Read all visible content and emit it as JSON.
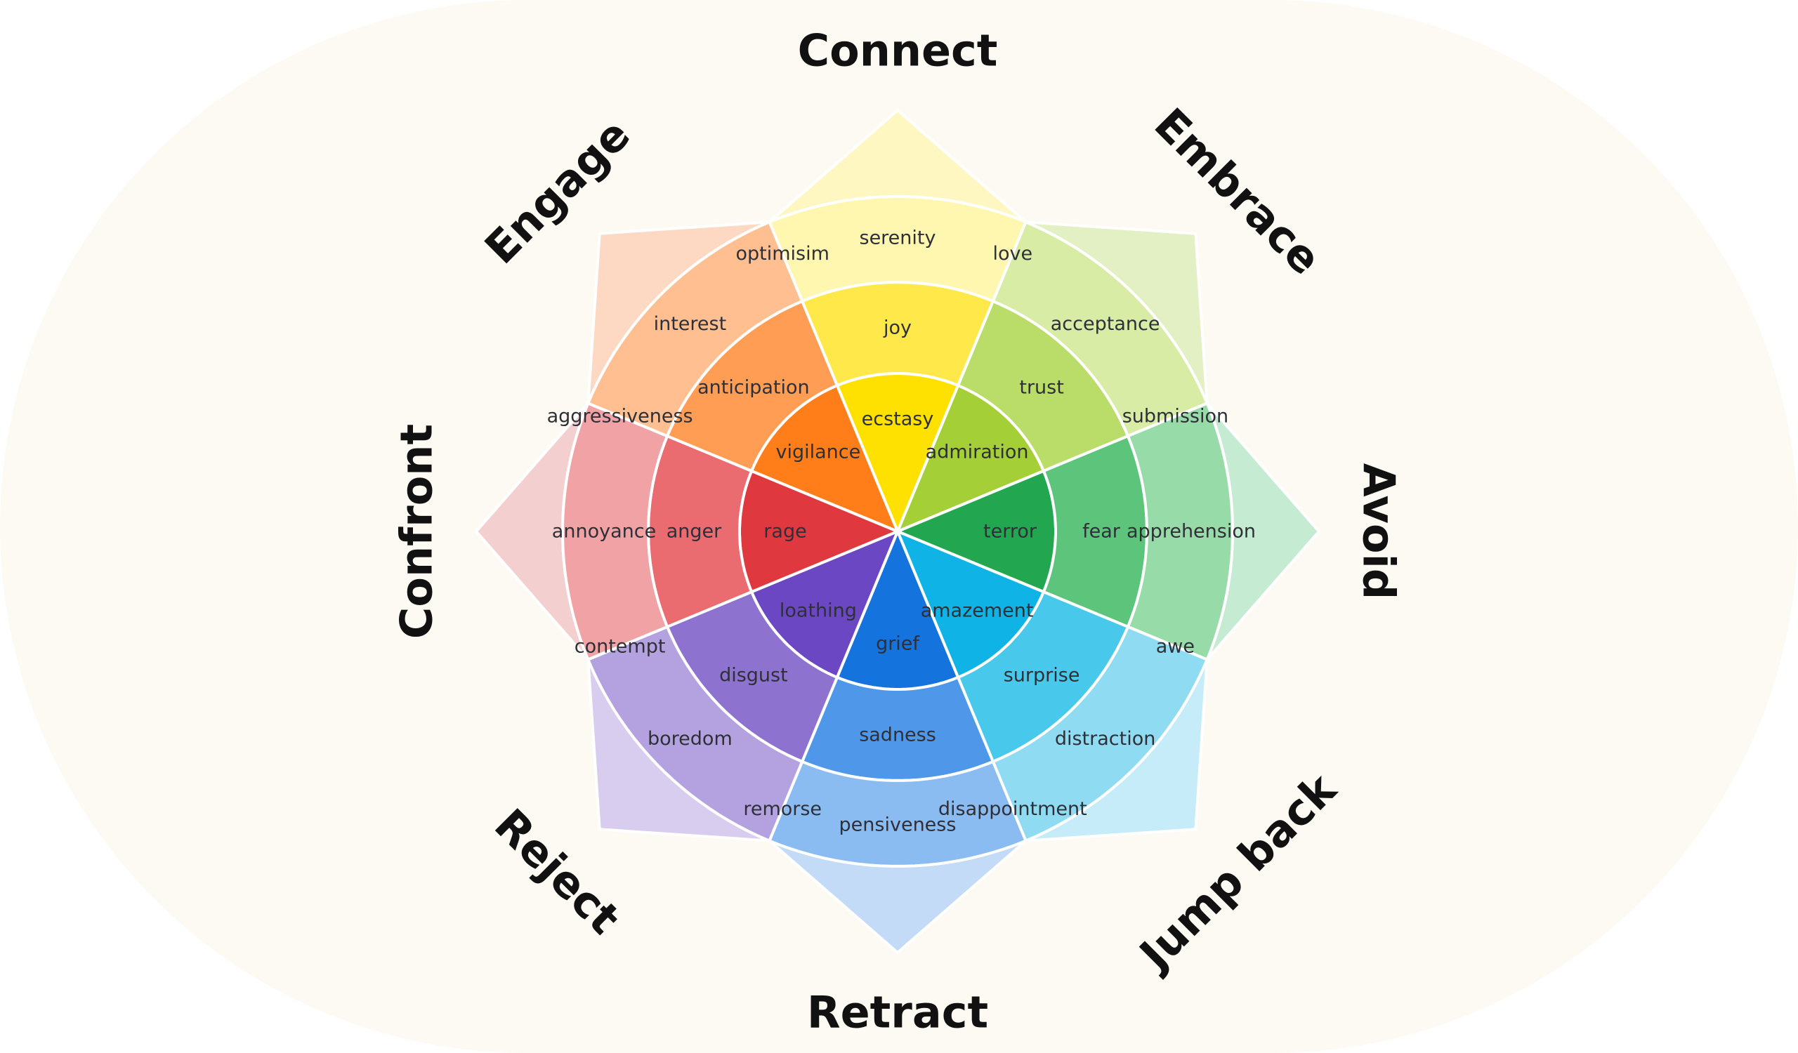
{
  "diagram": {
    "background_color": "#fcfaf2",
    "outer_circle_color": "#ffffff",
    "actions": [
      {
        "label": "Connect",
        "angle": 0
      },
      {
        "label": "Embrace",
        "angle": 45
      },
      {
        "label": "Avoid",
        "angle": 90
      },
      {
        "label": "Jump back",
        "angle": 135
      },
      {
        "label": "Retract",
        "angle": 180
      },
      {
        "label": "Reject",
        "angle": 225
      },
      {
        "label": "Confront",
        "angle": 270
      },
      {
        "label": "Engage",
        "angle": 315
      }
    ],
    "petals": [
      {
        "angle": 0,
        "intense": "ecstasy",
        "primary": "joy",
        "mild": "serenity",
        "colors": [
          "#ffe100",
          "#ffe84a",
          "#fff6b0"
        ]
      },
      {
        "angle": 45,
        "intense": "admiration",
        "primary": "trust",
        "mild": "acceptance",
        "colors": [
          "#a4cf36",
          "#b9dd68",
          "#d8eca6"
        ]
      },
      {
        "angle": 90,
        "intense": "terror",
        "primary": "fear",
        "mild": "apprehension",
        "colors": [
          "#22a650",
          "#5dc47b",
          "#97dba9"
        ]
      },
      {
        "angle": 135,
        "intense": "amazement",
        "primary": "surprise",
        "mild": "distraction",
        "colors": [
          "#0fb3e6",
          "#48c9ec",
          "#8fdcf2"
        ]
      },
      {
        "angle": 180,
        "intense": "grief",
        "primary": "sadness",
        "mild": "pensiveness",
        "colors": [
          "#1473dc",
          "#4e97e9",
          "#8bbcf1"
        ]
      },
      {
        "angle": 225,
        "intense": "loathing",
        "primary": "disgust",
        "mild": "boredom",
        "colors": [
          "#6c47c4",
          "#8e72d0",
          "#b4a2e0"
        ]
      },
      {
        "angle": 270,
        "intense": "rage",
        "primary": "anger",
        "mild": "annoyance",
        "colors": [
          "#e0383f",
          "#ea6b70",
          "#f0a2a4"
        ]
      },
      {
        "angle": 315,
        "intense": "vigilance",
        "primary": "anticipation",
        "mild": "interest",
        "colors": [
          "#ff7e1a",
          "#ff9d55",
          "#ffbf91"
        ]
      }
    ],
    "tips": [
      "#fff7c2",
      "#e2f0c4",
      "#c5ebd2",
      "#c5ecf8",
      "#c3dbf6",
      "#d8cdee",
      "#f4cfd0",
      "#fdd9c3"
    ],
    "dyads": [
      {
        "angle": 22.5,
        "label": "love",
        "color": "#d6e14e"
      },
      {
        "angle": 67.5,
        "label": "submission",
        "color": "#8fcf6e"
      },
      {
        "angle": 112.5,
        "label": "awe",
        "color": "#4fc4b3"
      },
      {
        "angle": 157.5,
        "label": "disappointment",
        "color": "#4aaeea"
      },
      {
        "angle": 202.5,
        "label": "remorse",
        "color": "#6b86dc"
      },
      {
        "angle": 247.5,
        "label": "contempt",
        "color": "#bb71a2"
      },
      {
        "angle": 292.5,
        "label": "aggressiveness",
        "color": "#ef8662"
      },
      {
        "angle": 337.5,
        "label": "optimisim",
        "color": "#fcbf4f"
      }
    ]
  }
}
